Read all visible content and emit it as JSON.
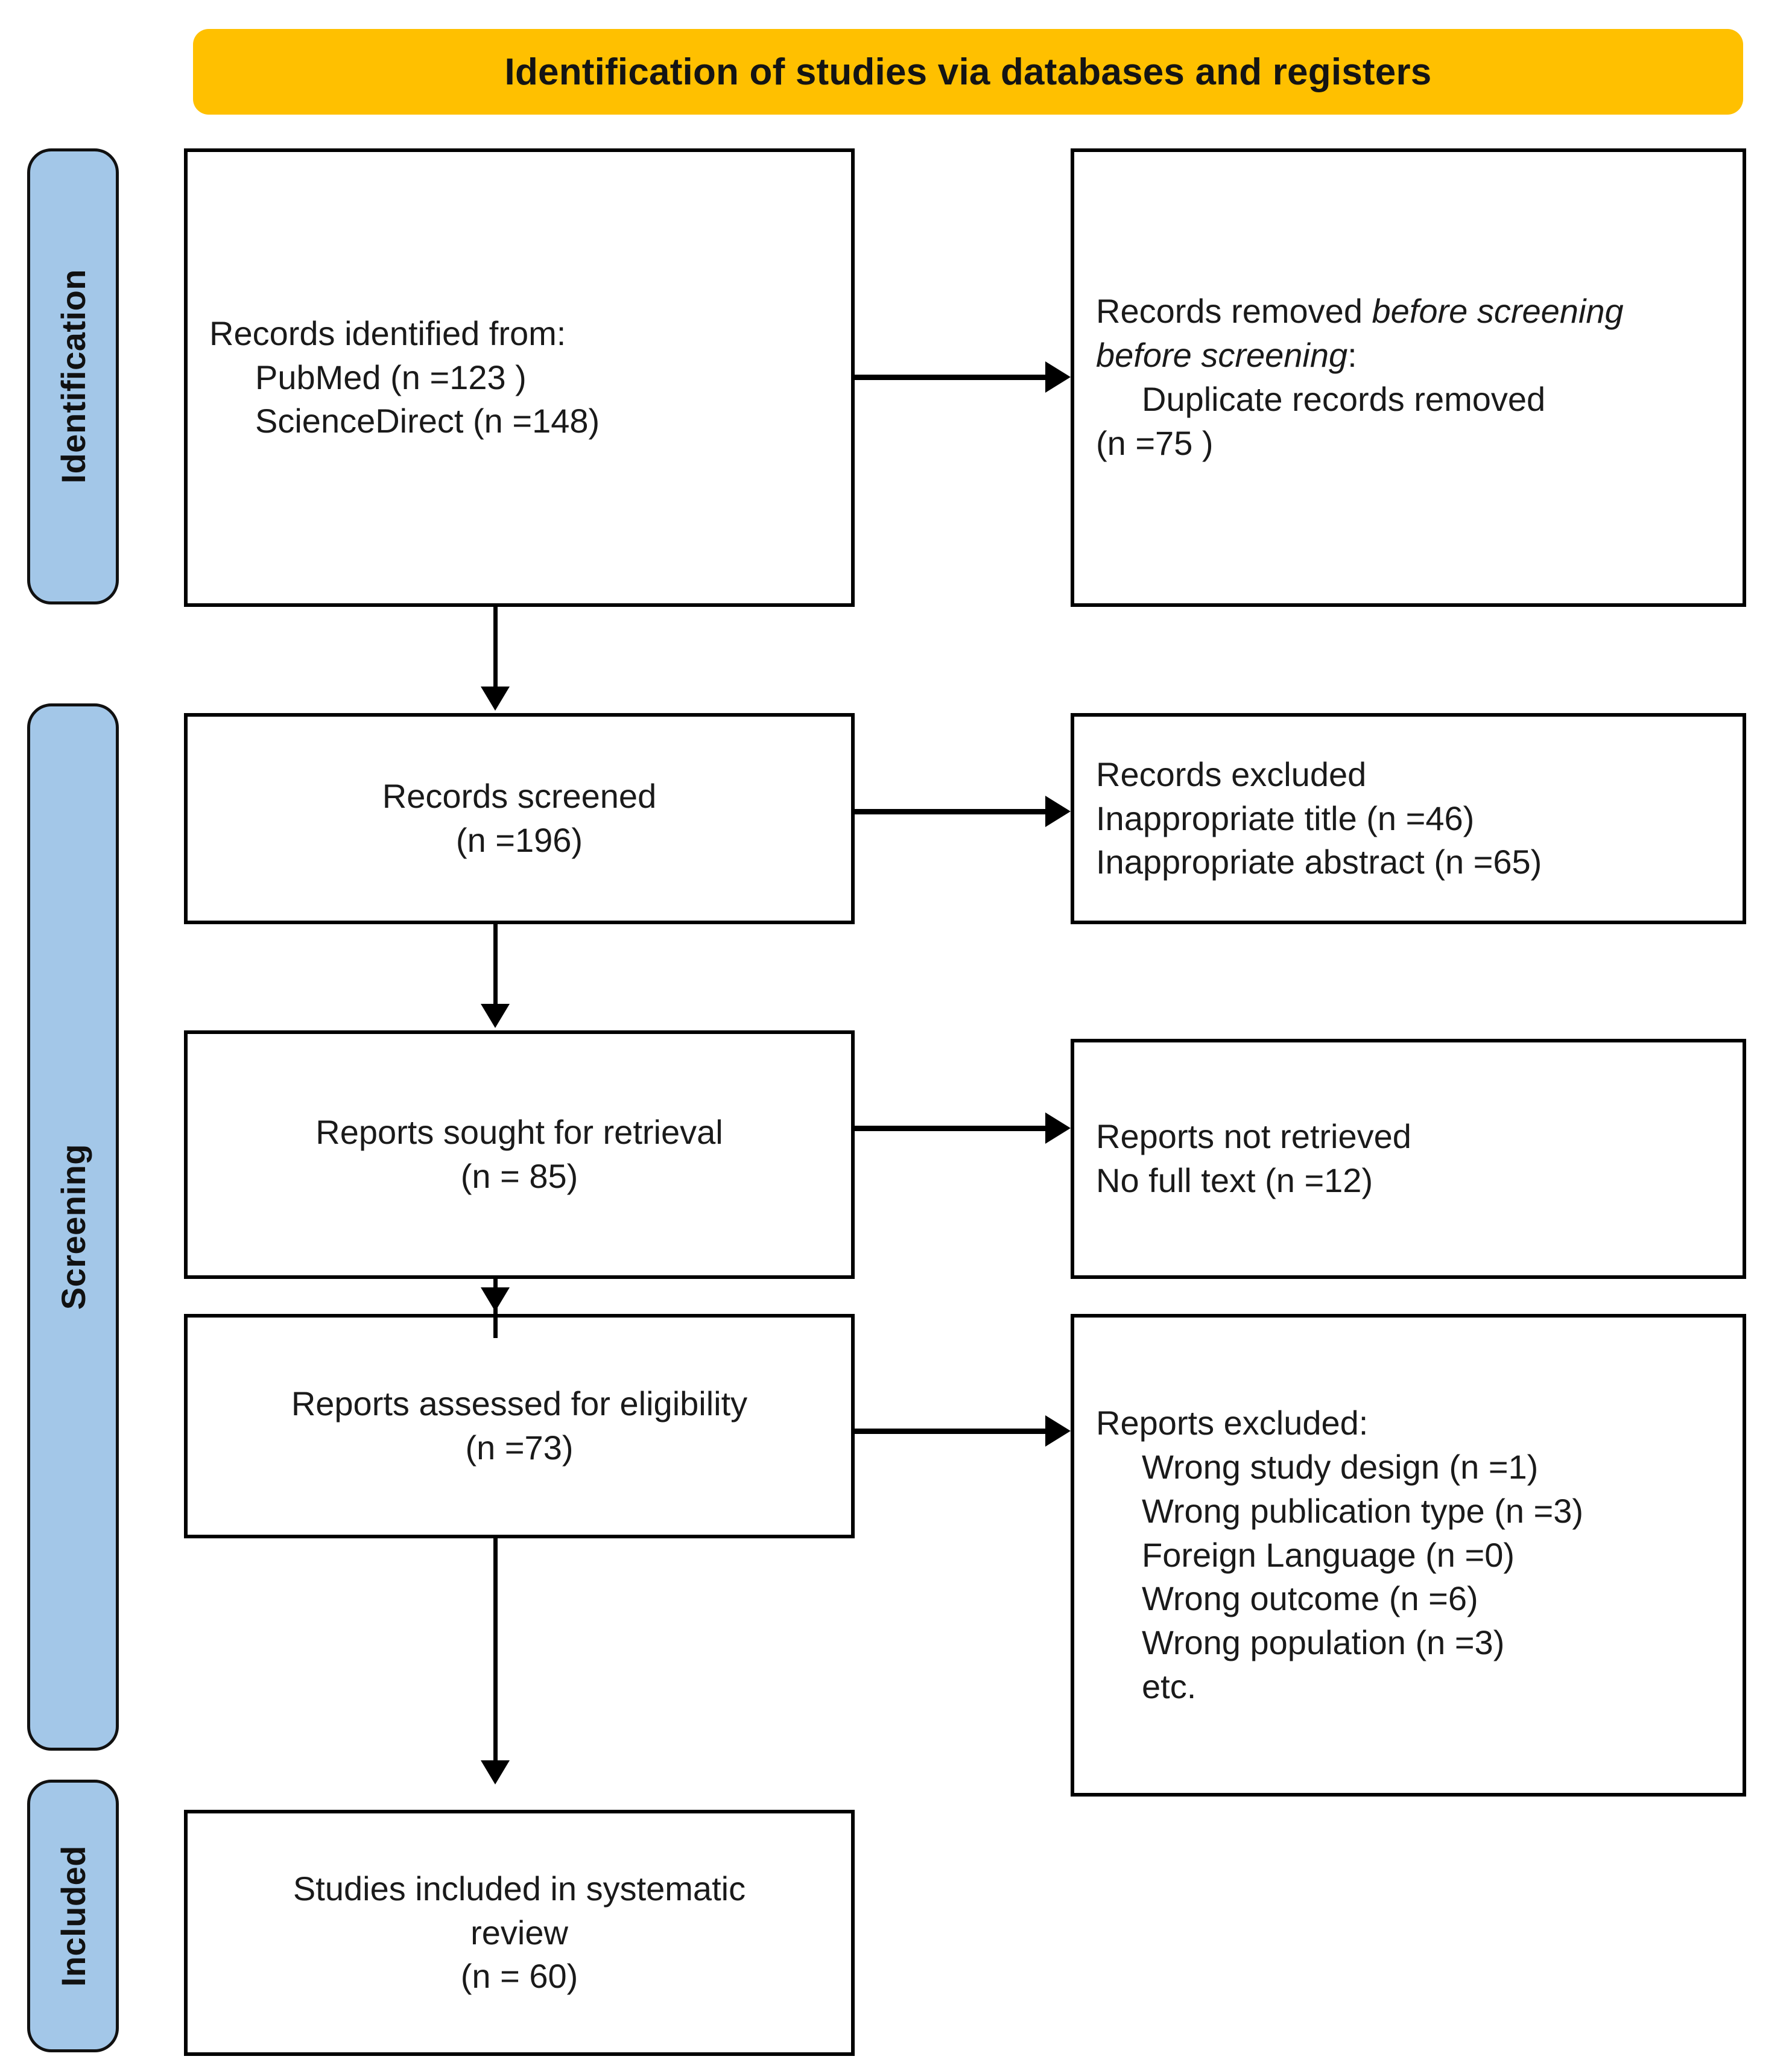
{
  "banner": {
    "title": "Identification of studies via databases and registers",
    "color": "#FFC000"
  },
  "sidebar": {
    "color": "#A3C7E8",
    "items": [
      {
        "label": "Identification"
      },
      {
        "label": "Screening"
      },
      {
        "label": "Included"
      }
    ]
  },
  "boxes": {
    "identified": {
      "lines": [
        "Records identified from:",
        "PubMed (n =123 )",
        "ScienceDirect (n =148)"
      ]
    },
    "removed": {
      "lines": [
        "Records removed ",
        "before screening",
        ":",
        "Duplicate records removed",
        "(n =75 )"
      ]
    },
    "screened": {
      "lines": [
        "Records screened",
        "(n =196)"
      ]
    },
    "excluded": {
      "lines": [
        "Records excluded",
        "Inappropriate title (n =46)",
        "Inappropriate abstract (n =65)"
      ]
    },
    "sought": {
      "lines": [
        "Reports sought for retrieval",
        "(n = 85)"
      ]
    },
    "not_retrieved": {
      "lines": [
        "Reports not retrieved",
        "No full text (n =12)"
      ]
    },
    "assessed": {
      "lines": [
        "Reports assessed for eligibility",
        "(n =73)"
      ]
    },
    "reports_excluded": {
      "heading": "Reports excluded:",
      "reasons": [
        "Wrong study design (n =1)",
        "Wrong publication type (n =3)",
        "Foreign Language (n =0)",
        "Wrong outcome (n =6)",
        "Wrong population (n =3)",
        "etc."
      ]
    },
    "included": {
      "lines": [
        "Studies included in systematic",
        "review",
        "(n = 60)"
      ]
    }
  },
  "chart_data": {
    "type": "diagram",
    "title": "Identification of studies via databases and registers",
    "stages": [
      {
        "stage": "Identification",
        "nodes": [
          {
            "label": "Records identified from: PubMed",
            "n": 123
          },
          {
            "label": "Records identified from: ScienceDirect",
            "n": 148
          },
          {
            "label": "Records removed before screening: Duplicate records removed",
            "n": 75
          }
        ]
      },
      {
        "stage": "Screening",
        "nodes": [
          {
            "label": "Records screened",
            "n": 196
          },
          {
            "label": "Records excluded: Inappropriate title",
            "n": 46
          },
          {
            "label": "Records excluded: Inappropriate abstract",
            "n": 65
          },
          {
            "label": "Reports sought for retrieval",
            "n": 85
          },
          {
            "label": "Reports not retrieved: No full text",
            "n": 12
          },
          {
            "label": "Reports assessed for eligibility",
            "n": 73
          },
          {
            "label": "Reports excluded: Wrong study design",
            "n": 1
          },
          {
            "label": "Reports excluded: Wrong publication type",
            "n": 3
          },
          {
            "label": "Reports excluded: Foreign Language",
            "n": 0
          },
          {
            "label": "Reports excluded: Wrong outcome",
            "n": 6
          },
          {
            "label": "Reports excluded: Wrong population",
            "n": 3
          }
        ]
      },
      {
        "stage": "Included",
        "nodes": [
          {
            "label": "Studies included in systematic review",
            "n": 60
          }
        ]
      }
    ]
  }
}
